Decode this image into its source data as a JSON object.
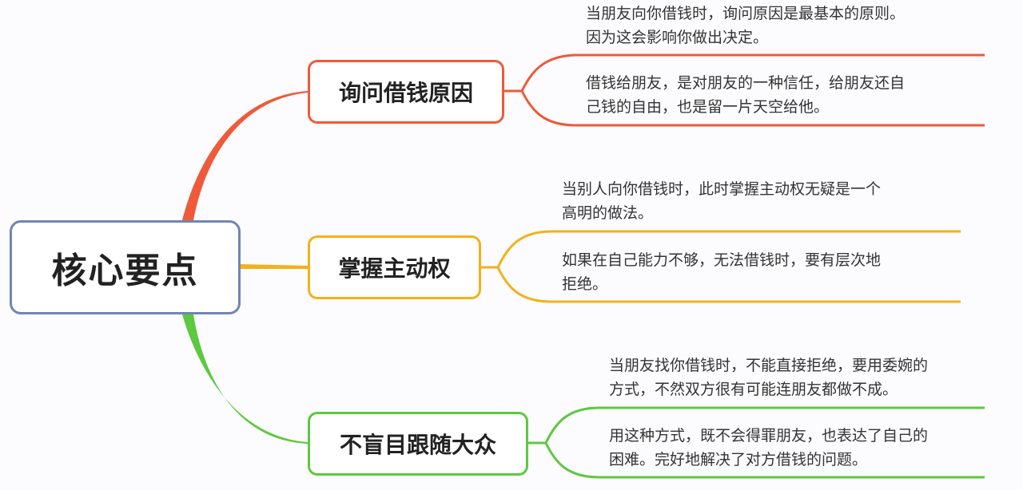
{
  "root": {
    "label": "核心要点",
    "border_color": "#6f86b3"
  },
  "branches": [
    {
      "label": "询问借钱原因",
      "color": "#ee5a3a",
      "leaves": [
        {
          "line1": "当朋友向你借钱时，询问原因是最基本的原则。",
          "line2": "因为这会影响你做出决定。"
        },
        {
          "line1": "借钱给朋友，是对朋友的一种信任，给朋友还自",
          "line2": "己钱的自由，也是留一片天空给他。"
        }
      ]
    },
    {
      "label": "掌握主动权",
      "color": "#f2b21c",
      "leaves": [
        {
          "line1": "当别人向你借钱时，此时掌握主动权无疑是一个",
          "line2": "高明的做法。"
        },
        {
          "line1": "如果在自己能力不够，无法借钱时，要有层次地",
          "line2": "拒绝。"
        }
      ]
    },
    {
      "label": "不盲目跟随大众",
      "color": "#5cc93f",
      "leaves": [
        {
          "line1": "当朋友找你借钱时，不能直接拒绝，要用委婉的",
          "line2": "方式，不然双方很有可能连朋友都做不成。"
        },
        {
          "line1": "用这种方式，既不会得罪朋友，也表达了自己的",
          "line2": "困难。完好地解决了对方借钱的问题。"
        }
      ]
    }
  ]
}
